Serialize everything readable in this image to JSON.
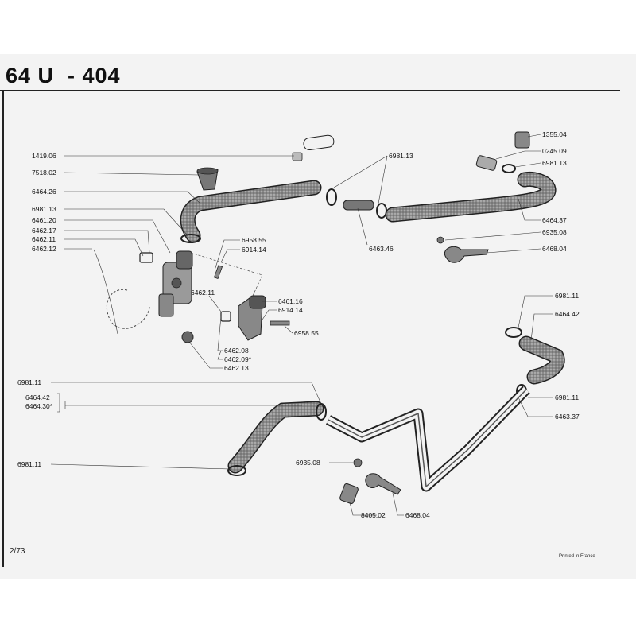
{
  "header": {
    "title": "64 U  - 404"
  },
  "footer": {
    "page_ref": "2/73",
    "printed": "Printed in France"
  },
  "labels": {
    "l1419_06": "1419.06",
    "l7518_02": "7518.02",
    "l6464_26": "6464.26",
    "l6981_13_left": "6981.13",
    "l6461_20": "6461.20",
    "l6462_17": "6462.17",
    "l6462_11_left": "6462.11",
    "l6462_12": "6462.12",
    "l6958_55_top": "6958.55",
    "l6914_14_top": "6914.14",
    "l6462_11_mid": "6462.11",
    "l6461_16": "6461.16",
    "l6914_14_mid": "6914.14",
    "l6958_55_mid": "6958.55",
    "l6462_08": "6462.08",
    "l6462_09": "6462.09*",
    "l6462_13": "6462.13",
    "l6981_13_center": "6981.13",
    "l6463_46": "6463.46",
    "l1355_04": "1355.04",
    "l0245_09": "0245.09",
    "l6981_13_right": "6981.13",
    "l6464_37": "6464.37",
    "l6935_08_top": "6935.08",
    "l6468_04_top": "6468.04",
    "l6981_11_right_top": "6981.11",
    "l6464_42_right": "6464.42",
    "l6981_11_right_mid": "6981.11",
    "l6463_37": "6463.37",
    "l6981_11_left_top": "6981.11",
    "l6464_42_left": "6464.42",
    "l6464_30": "6464.30*",
    "l6981_11_left_bottom": "6981.11",
    "l6935_08_bottom": "6935.08",
    "l8405_02": "8405.02",
    "l6468_04_bottom": "6468.04"
  }
}
